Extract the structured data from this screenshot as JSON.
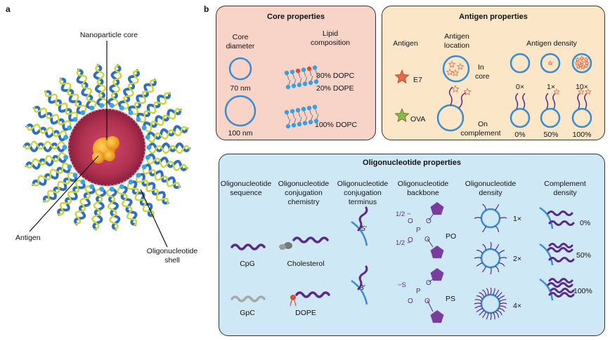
{
  "panel_a": {
    "letter": "a",
    "label_core": "Nanoparticle core",
    "label_antigen": "Antigen",
    "label_shell_1": "Oligonucleotide",
    "label_shell_2": "shell"
  },
  "panel_b": {
    "letter": "b"
  },
  "core": {
    "title": "Core properties",
    "diameter_h1": "Core",
    "diameter_h2": "diameter",
    "lipid_h1": "Lipid",
    "lipid_h2": "composition",
    "size_70": "70 nm",
    "size_100": "100 nm",
    "lipid_1": "80% DOPC",
    "lipid_2": "20% DOPE",
    "lipid_3": "100% DOPC"
  },
  "antigen": {
    "title": "Antigen properties",
    "col_antigen": "Antigen",
    "col_location_1": "Antigen",
    "col_location_2": "location",
    "col_density": "Antigen density",
    "e7": "E7",
    "ova": "OVA",
    "in_core_1": "In",
    "in_core_2": "core",
    "on_comp_1": "On",
    "on_comp_2": "complement",
    "d0": "0×",
    "d1": "1×",
    "d10": "10×",
    "p0": "0%",
    "p50": "50%",
    "p100": "100%",
    "colors": {
      "e7": "#e8694a",
      "ova": "#7cc24a"
    }
  },
  "oligo": {
    "title": "Oligonucleotide properties",
    "seq_1": "Oligonucleotide",
    "seq_2": "sequence",
    "chem_1": "Oligonucleotide",
    "chem_2": "conjugation",
    "chem_3": "chemistry",
    "term_1": "Oligonucleotide",
    "term_2": "conjugation",
    "term_3": "terminus",
    "bb_1": "Oligonucleotide",
    "bb_2": "backbone",
    "dens_1": "Oligonucleotide",
    "dens_2": "density",
    "comp_1": "Complement",
    "comp_2": "density",
    "cpg": "CpG",
    "gpc": "GpC",
    "cholesterol": "Cholesterol",
    "dope": "DOPE",
    "five_prime": "5′",
    "three_prime": "3′",
    "po": "PO",
    "ps": "PS",
    "half_top": "1/2 −",
    "half_bot": "1/2 −",
    "o_label": "O",
    "p_label": "P",
    "s_label": "−S",
    "x1": "1×",
    "x2": "2×",
    "x4": "4×",
    "c0": "0%",
    "c50": "50%",
    "c100": "100%",
    "colors": {
      "strand": "#5b2a86",
      "backbone": "#7a4aa6",
      "shell": "#3a8ccf"
    }
  }
}
